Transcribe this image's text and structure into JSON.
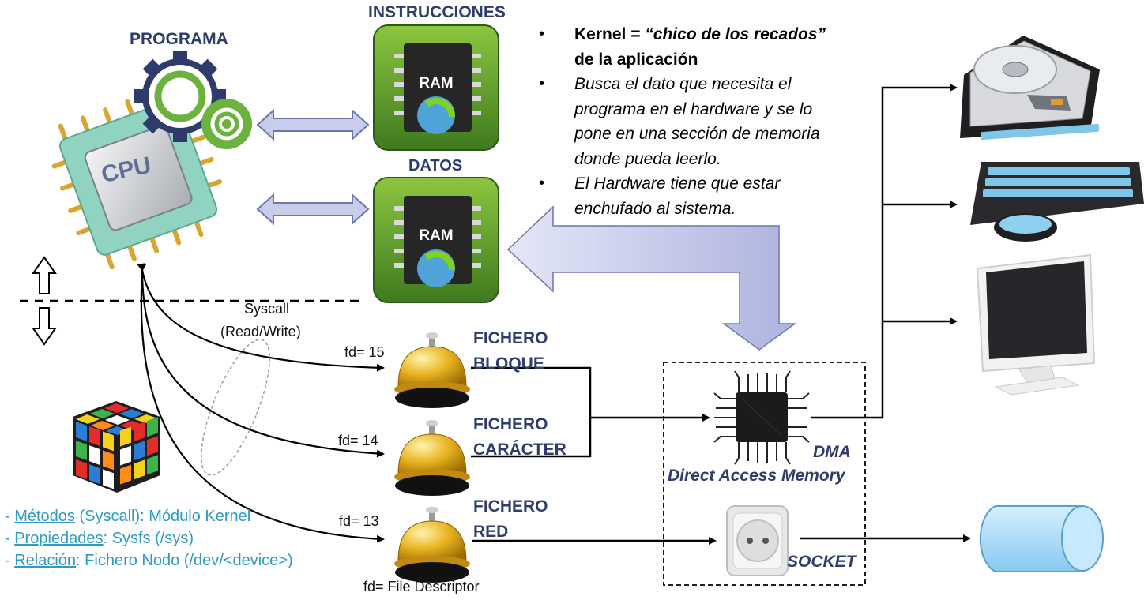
{
  "labels": {
    "programa": "PROGRAMA",
    "instrucciones": "INSTRUCCIONES",
    "datos": "DATOS",
    "ram_top": "RAM",
    "ram_bottom": "RAM",
    "cpu": "CPU",
    "syscall": "Syscall",
    "read_write": "(Read/Write)",
    "fd15": "fd= 15",
    "fd14": "fd= 14",
    "fd13": "fd= 13",
    "fd_caption": "fd= File Descriptor",
    "bloque_1": "FICHERO",
    "bloque_2": "BLOQUE",
    "caracter_1": "FICHERO",
    "caracter_2": "CARÁCTER",
    "red_1": "FICHERO",
    "red_2": "RED",
    "dma": "DMA",
    "dma_full": "Direct Access Memory",
    "socket": "SOCKET"
  },
  "bullets": {
    "b1_bold_1": "Kernel = ",
    "b1_italic": "“chico de los recados”",
    "b1_bold_2": " de la aplicación",
    "b2": "Busca el dato que necesita el programa en el hardware y se lo pone en una sección de memoria donde pueda leerlo.",
    "b3": "El Hardware tiene que estar enchufado al sistema."
  },
  "legend": {
    "l1_term": "Métodos",
    "l1_rest": " (Syscall): Módulo Kernel",
    "l2_term": "Propiedades",
    "l2_rest": ": Sysfs (/sys)",
    "l3_term": "Relación",
    "l3_rest": ":  Fichero Nodo (/dev/<device>)"
  },
  "icons": {
    "cpu": "cpu-chip-icon",
    "gear": "gear-icon",
    "ram": "ram-chip-icon",
    "bell": "service-bell-icon",
    "chip": "dma-chip-icon",
    "socket": "power-socket-icon",
    "disk": "hard-disk-icon",
    "keyboard": "keyboard-mouse-icon",
    "monitor": "monitor-icon",
    "cylinder": "network-cylinder-icon",
    "cube": "rubiks-cube-icon"
  },
  "colors": {
    "navy": "#2f3b6b",
    "legend_blue": "#2e9ac6",
    "ram_green": "#5c9b2e",
    "arrow_fill": "#c9cdea",
    "bell_gold": "#e9b320",
    "cylinder_blue": "#a9dcf8"
  }
}
